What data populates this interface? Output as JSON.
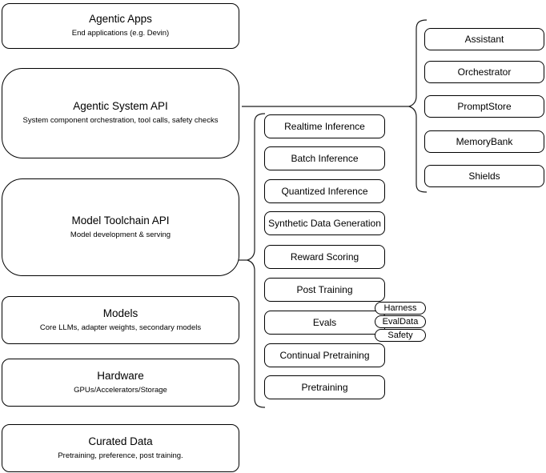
{
  "layers": [
    {
      "title": "Agentic Apps",
      "subtitle": "End applications (e.g. Devin)"
    },
    {
      "title": "Agentic System API",
      "subtitle": "System component orchestration, tool calls, safety checks"
    },
    {
      "title": "Model Toolchain API",
      "subtitle": "Model development & serving"
    },
    {
      "title": "Models",
      "subtitle": "Core LLMs, adapter weights, secondary models"
    },
    {
      "title": "Hardware",
      "subtitle": "GPUs/Accelerators/Storage"
    },
    {
      "title": "Curated Data",
      "subtitle": "Pretraining, preference, post training."
    }
  ],
  "toolchain": {
    "items": [
      "Realtime Inference",
      "Batch Inference",
      "Quantized Inference",
      "Synthetic Data Generation",
      "Reward Scoring",
      "Post Training",
      "Evals",
      "Continual Pretraining",
      "Pretraining"
    ]
  },
  "evals_tags": [
    "Harness",
    "EvalData",
    "Safety"
  ],
  "system_components": [
    "Assistant",
    "Orchestrator",
    "PromptStore",
    "MemoryBank",
    "Shields"
  ],
  "colors": {
    "stroke": "#000000",
    "fill": "#ffffff",
    "text": "#000000"
  }
}
